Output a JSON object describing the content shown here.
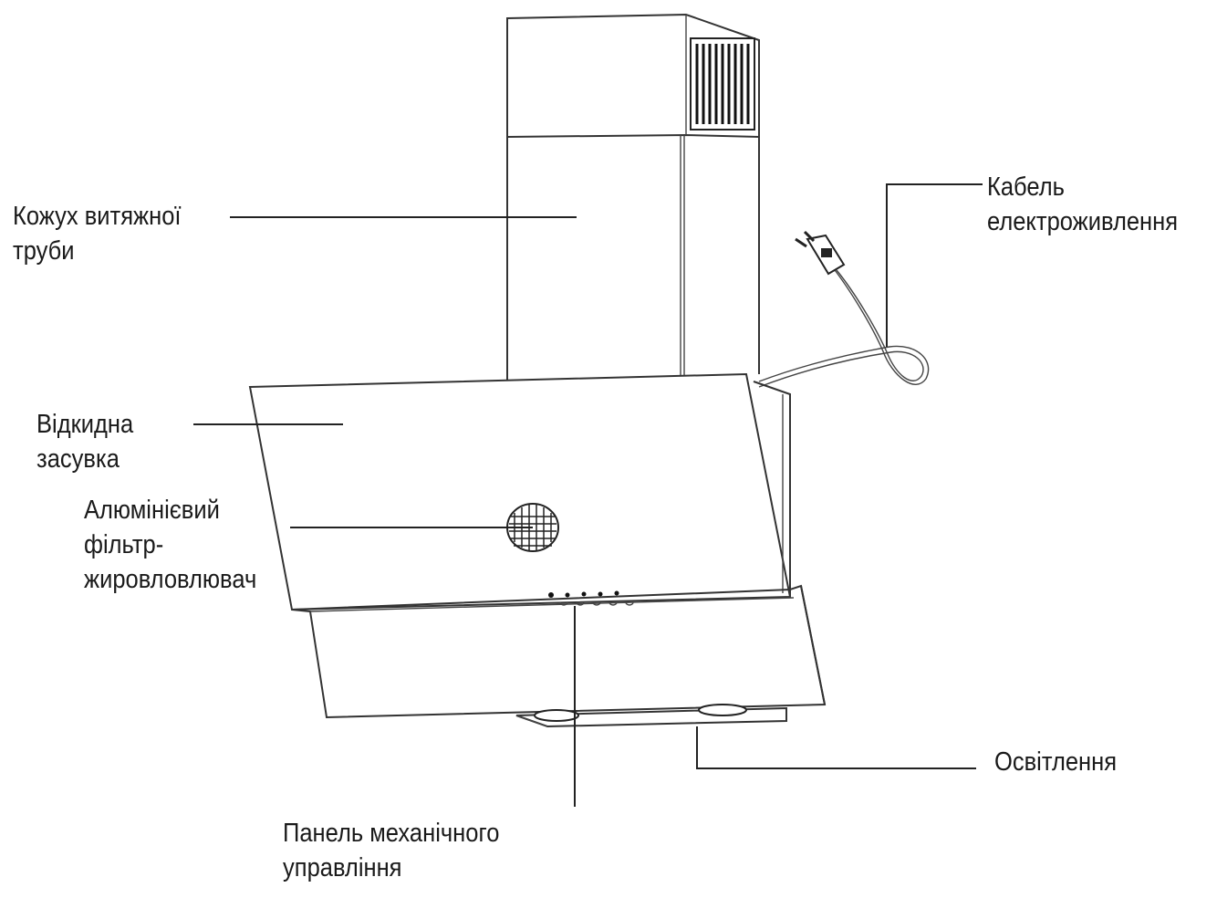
{
  "labels": {
    "chimney_cover": [
      "Кожух  витяжної",
      "труби"
    ],
    "power_cable": [
      "Кабель",
      "електроживлення"
    ],
    "hinged_flap": [
      "Відкидна",
      "засувка"
    ],
    "grease_filter": [
      "Алюмінієвий",
      "фільтр-",
      "жировловлювач"
    ],
    "lighting": [
      "Освітлення"
    ],
    "control_panel": [
      "Панель  механічного",
      "управління"
    ]
  },
  "colors": {
    "line": "#333333",
    "text": "#1a1a1a",
    "background": "#ffffff"
  }
}
